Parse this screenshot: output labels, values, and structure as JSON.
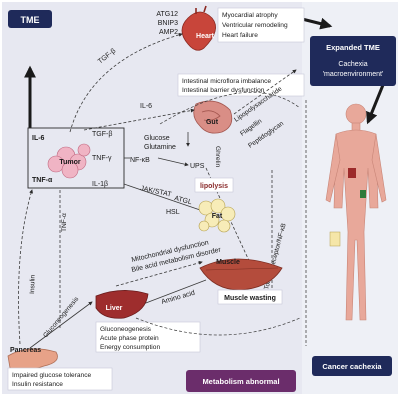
{
  "tags": {
    "tme": "TME",
    "expanded_tme": [
      "Expanded TME",
      "Cachexia",
      "'macroenvironment'"
    ],
    "cancer_cachexia": "Cancer cachexia",
    "metabolism_abnormal": "Metabolism  abnormal"
  },
  "organs": {
    "heart": "Heart",
    "gut": "Gut",
    "tumor": "Tumor",
    "fat": "Fat",
    "muscle": "Muscle",
    "liver": "Liver",
    "pancreas": "Pancreas"
  },
  "heart_factors": [
    "ATG12",
    "BNIP3",
    "AMP2"
  ],
  "heart_effects": [
    "Myocardial atrophy",
    "Ventricular remodeling",
    "Heart failure"
  ],
  "gut_effects": [
    "Intestinal microflora imbalance",
    "Intestinal barrier dysfunction"
  ],
  "gut_products": [
    "Lipopolysaccharide",
    "Flagellin",
    "Peptidoglycan"
  ],
  "tumor_cytokines": [
    "IL-6",
    "TNF-α",
    "TGF-β",
    "TNF-γ",
    "IL-1β"
  ],
  "pathway_labels": {
    "tgf_beta_top": "TGF-β",
    "il6_gut": "IL-6",
    "glucose": "Glucose",
    "glutamine": "Glutamine",
    "nfkb": "NF-κB",
    "ups": "UPS",
    "jak_stat": "JAK/STAT",
    "atgl": "ATGL",
    "hsl": "HSL",
    "lipolysis": "lipolysis",
    "ghrelin": "Ghrelin",
    "tlr": "Toll-like receptor/NF-κB",
    "mito": "Mitochondrial dysfunction",
    "bile": "Bile acid metabolism disorder",
    "amino": "Amino acid",
    "muscle_wasting": "Muscle wasting",
    "gluconeogenesis_arrow": "Gluconeogenesis",
    "insulin": "Insulin",
    "tnf_alpha_left": "TNF-α"
  },
  "liver_effects": [
    "Gluconeogenesis",
    "Acute phase protein",
    "Energy consumption"
  ],
  "pancreas_effects": [
    "Impaired glucose tolerance",
    "Insulin resistance"
  ],
  "colors": {
    "navy": "#1f2a5a",
    "purple": "#6b2d6b",
    "panel": "#e9eaf2",
    "arrow": "#3a3a3a"
  }
}
